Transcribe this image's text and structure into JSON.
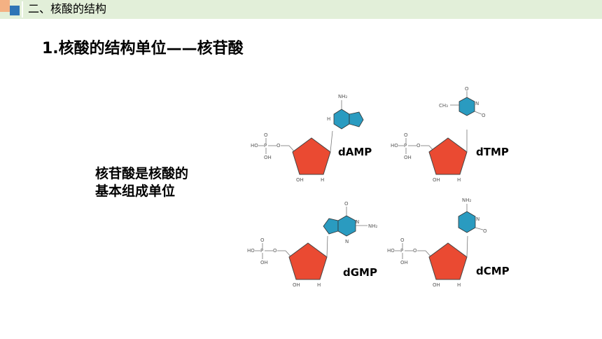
{
  "header": {
    "title": "二、核酸的结构"
  },
  "main": {
    "title": "1.核酸的结构单位——核苷酸",
    "description_lines": [
      "核苷酸是核酸的",
      "基本组成单位"
    ]
  },
  "molecules": [
    {
      "label": "dAMP"
    },
    {
      "label": "dTMP"
    },
    {
      "label": "dGMP"
    },
    {
      "label": "dCMP"
    }
  ],
  "atoms": {
    "phosphate_oh_left": "HO",
    "phosphate_p": "P",
    "phosphate_o": "O",
    "phosphate_oh_bottom": "OH",
    "sugar_oh": "OH",
    "sugar_h": "H",
    "nh2": "NH₂",
    "ch3": "CH₃",
    "n": "N",
    "h": "H"
  },
  "colors": {
    "header_bg": "#e2efd9",
    "logo_orange": "#f4b183",
    "logo_blue": "#2e75b6",
    "pentagon": "#ea4a32",
    "base": "#2a9bc0"
  }
}
